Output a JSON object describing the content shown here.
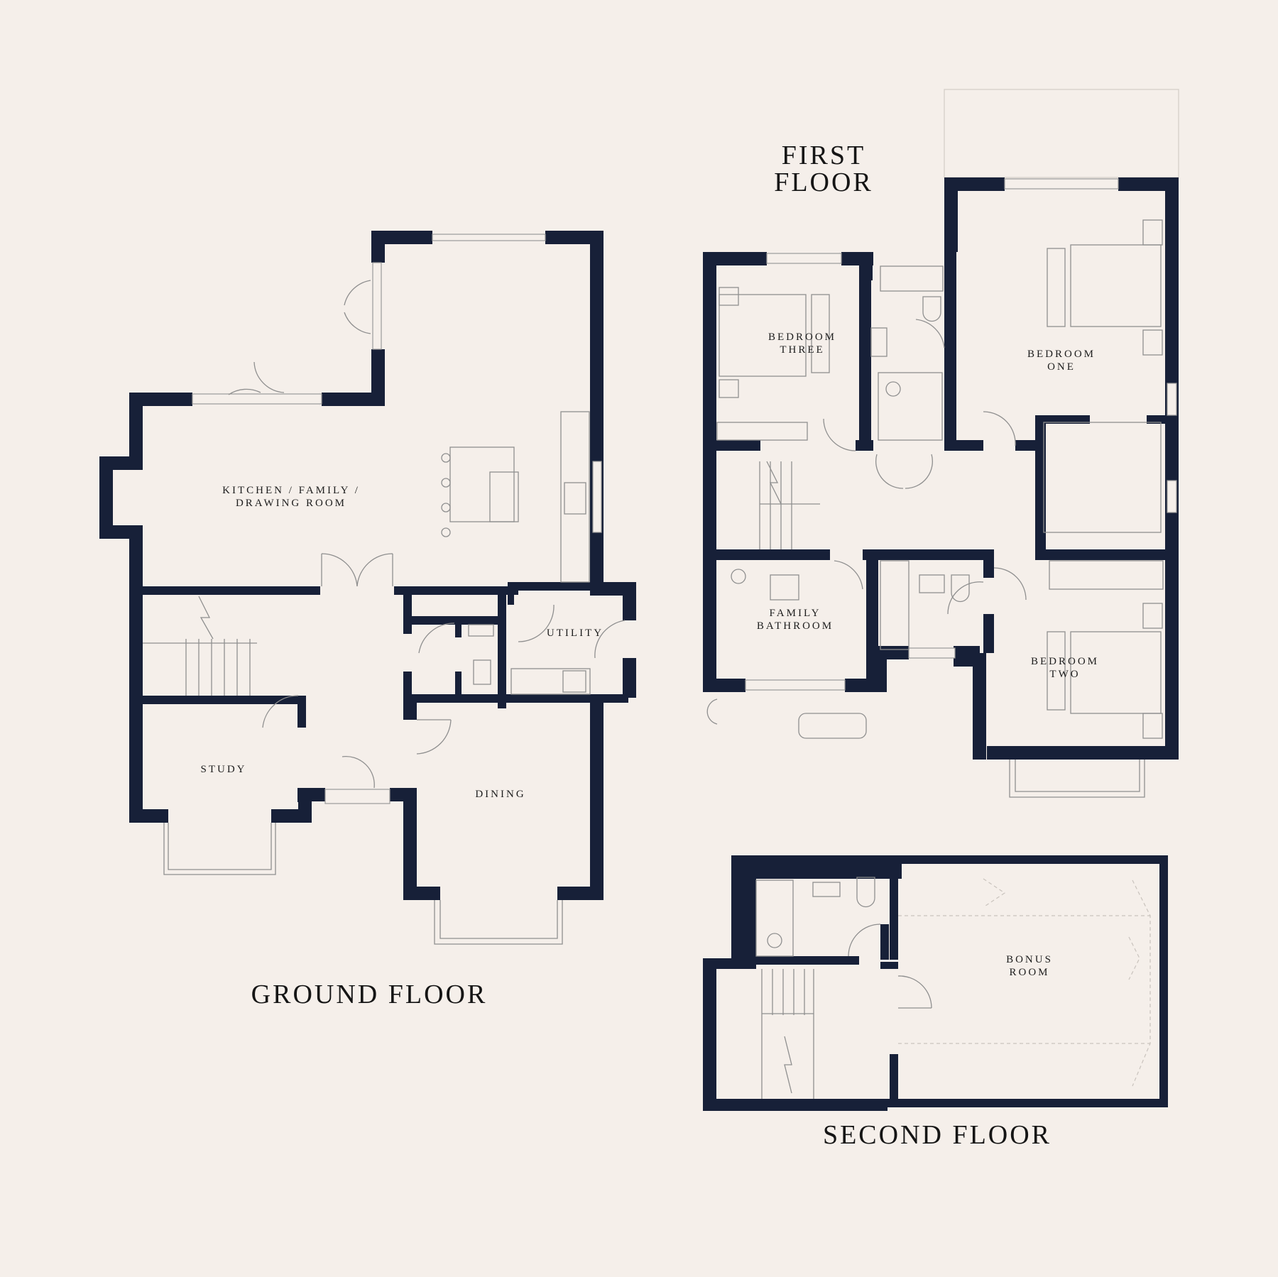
{
  "colors": {
    "background": "#f5efea",
    "walls": "#172038",
    "fixtures": "#8f8f8f",
    "text": "#1d1d1d"
  },
  "floors": {
    "ground": {
      "title": "GROUND FLOOR",
      "rooms": {
        "kitchen": "KITCHEN / FAMILY /\nDRAWING ROOM",
        "utility": "UTILITY",
        "study": "STUDY",
        "dining": "DINING"
      }
    },
    "first": {
      "title": "FIRST\nFLOOR",
      "rooms": {
        "bedroom_three": "BEDROOM\nTHREE",
        "bedroom_one": "BEDROOM\nONE",
        "family_bathroom": "FAMILY\nBATHROOM",
        "bedroom_two": "BEDROOM\nTWO"
      }
    },
    "second": {
      "title": "SECOND FLOOR",
      "rooms": {
        "bonus_room": "BONUS\nROOM"
      }
    }
  }
}
